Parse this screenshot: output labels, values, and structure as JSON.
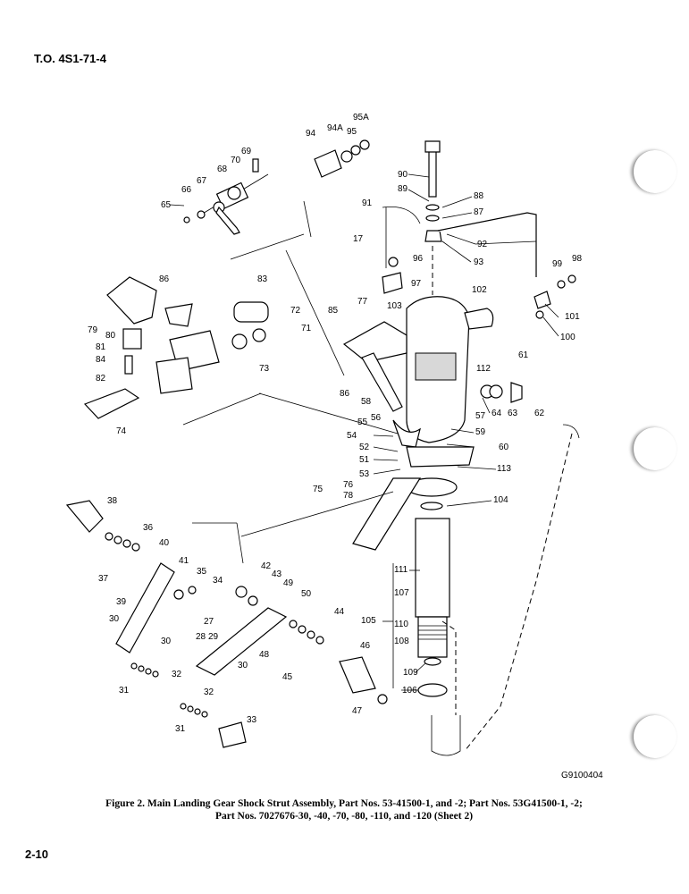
{
  "header": {
    "doc_number": "T.O. 4S1-71-4"
  },
  "drawing_number": "G9100404",
  "caption": {
    "line1": "Figure 2.   Main Landing Gear Shock Strut Assembly, Part Nos. 53-41500-1, and -2; Part Nos. 53G41500-1, -2;",
    "line2": "Part Nos. 7027676-30, -40, -70, -80, -110, and -120 (Sheet 2)"
  },
  "page_number": "2-10",
  "callouts": [
    "94",
    "94A",
    "95",
    "95A",
    "69",
    "70",
    "68",
    "67",
    "66",
    "65",
    "90",
    "89",
    "88",
    "91",
    "87",
    "17",
    "96",
    "92",
    "93",
    "97",
    "99",
    "98",
    "86",
    "83",
    "102",
    "103",
    "77",
    "85",
    "101",
    "100",
    "79",
    "80",
    "81",
    "84",
    "82",
    "72",
    "71",
    "73",
    "112",
    "61",
    "74",
    "86",
    "58",
    "64",
    "63",
    "62",
    "55",
    "56",
    "57",
    "54",
    "59",
    "52",
    "60",
    "51",
    "113",
    "53",
    "76",
    "75",
    "78",
    "104",
    "38",
    "36",
    "40",
    "41",
    "37",
    "35",
    "34",
    "39",
    "42",
    "43",
    "49",
    "50",
    "111",
    "107",
    "44",
    "30",
    "27",
    "28",
    "29",
    "105",
    "110",
    "30",
    "48",
    "108",
    "46",
    "32",
    "30",
    "45",
    "109",
    "31",
    "32",
    "106",
    "47",
    "33",
    "31"
  ]
}
